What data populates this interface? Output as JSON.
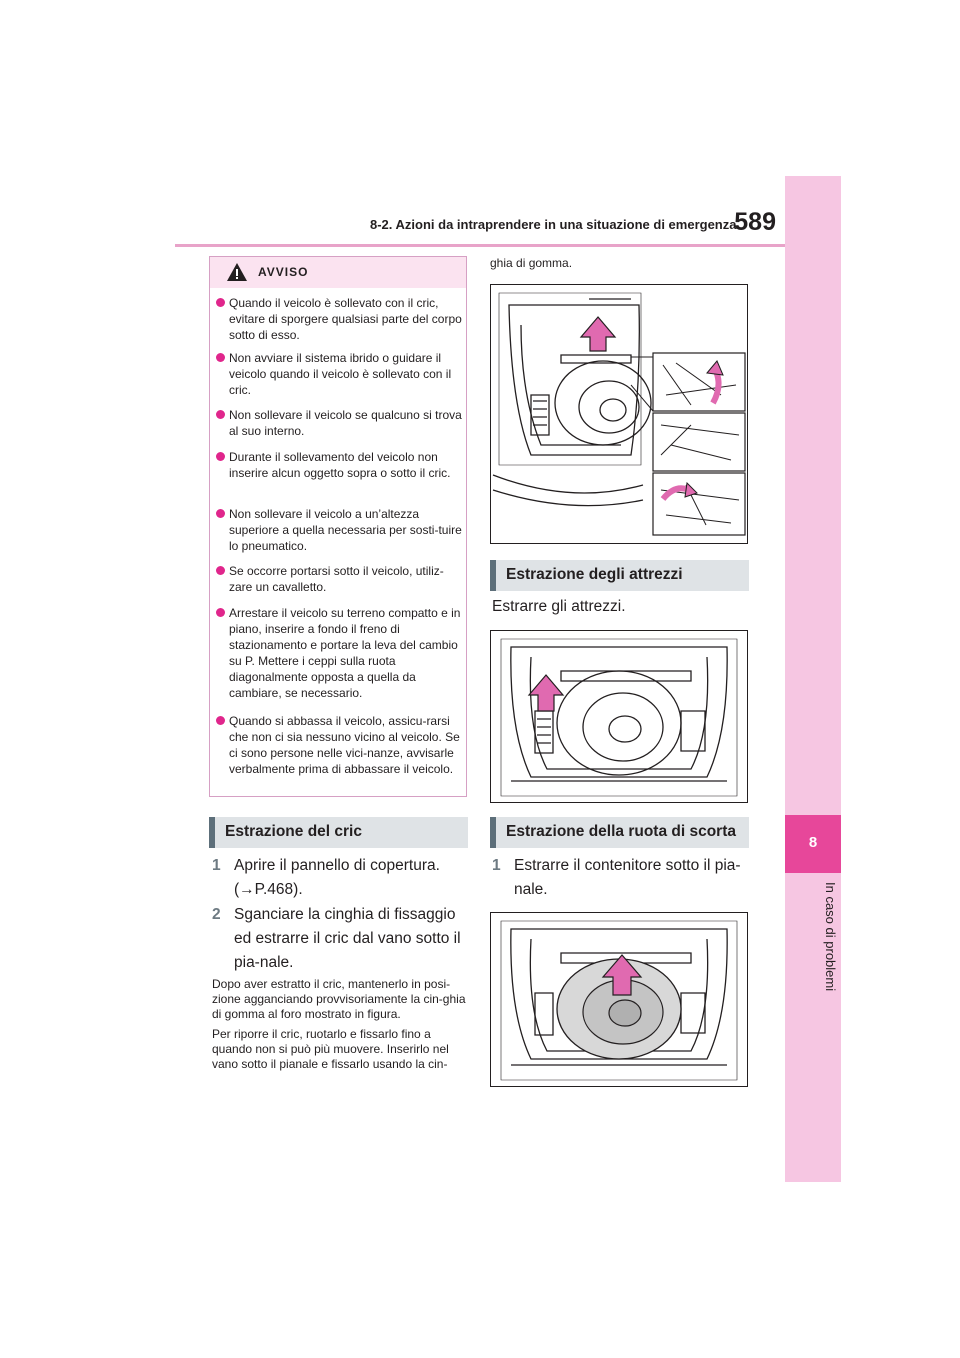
{
  "header": {
    "section_title": "8-2. Azioni da intraprendere in una situazione di emergenza",
    "page_number": "589"
  },
  "side_tab": {
    "chapter_number": "8",
    "chapter_title": "In caso di problemi"
  },
  "warning": {
    "title": "AVVISO",
    "items": [
      "Quando il veicolo è sollevato con il cric, evitare di sporgere qualsiasi parte del corpo sotto di esso.",
      "Non avviare il sistema ibrido o guidare il veicolo quando il veicolo è sollevato con il cric.",
      "Non sollevare il veicolo se qualcuno si trova al suo interno.",
      "Durante il sollevamento del veicolo non inserire alcun oggetto sopra o sotto il cric.",
      "Non sollevare il veicolo a un’altezza superiore a quella necessaria per sosti-tuire lo pneumatico.",
      "Se occorre portarsi sotto il veicolo, utiliz-zare un cavalletto.",
      "Arrestare il veicolo su terreno compatto e in piano, inserire a fondo il freno di stazionamento e portare la leva del cambio su P. Mettere i ceppi sulla ruota diagonalmente opposta a quella da cambiare, se necessario.",
      "Quando si abbassa il veicolo, assicu-rarsi che non ci sia nessuno vicino al veicolo. Se ci sono persone nelle vici-nanze, avvisarle verbalmente prima di abbassare il veicolo."
    ]
  },
  "jack_section": {
    "title": "Estrazione del cric",
    "steps": [
      {
        "num": "1",
        "text": "Aprire il pannello di copertura. (→P.468)."
      },
      {
        "num": "2",
        "text": "Sganciare la cinghia di fissaggio ed estrarre il cric dal vano sotto il pia-nale."
      }
    ],
    "note1": "Dopo aver estratto il cric, mantenerlo in posi-zione agganciando provvisoriamente la cin-ghia di gomma al foro mostrato in figura.",
    "note2": "Per riporre il cric, ruotarlo e fissarlo fino a quando non si può più muovere. Inserirlo nel vano sotto il pianale e fissarlo usando la cin-",
    "note2_cont": "ghia di gomma."
  },
  "tools_section": {
    "title": "Estrazione degli attrezzi",
    "text": "Estrarre gli attrezzi."
  },
  "spare_section": {
    "title": "Estrazione della ruota di scorta",
    "steps": [
      {
        "num": "1",
        "text": "Estrarre il contenitore sotto il pia-nale."
      }
    ]
  },
  "colors": {
    "accent_pink": "#e0268c",
    "tab_light": "#f6c6e2",
    "tab_active": "#e7479a",
    "section_header_bg": "#dfe3e6",
    "section_header_bar": "#5d6f7a"
  },
  "icons": {
    "warning": "warning-triangle-icon",
    "bullet": "bullet-dot-icon",
    "arrow": "up-arrow-icon"
  }
}
